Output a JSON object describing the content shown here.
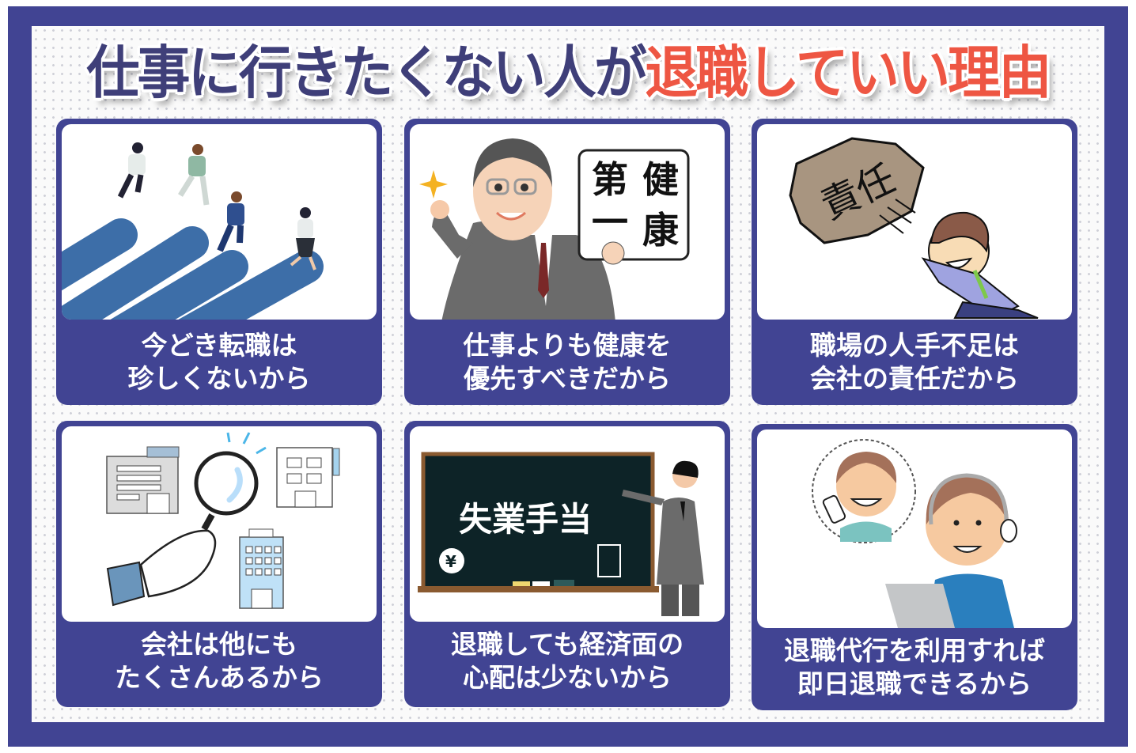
{
  "title": {
    "part1": "仕事に行きたくない人が",
    "part2": "退職していい理由",
    "colors": {
      "part1": "#3f3f79",
      "part2": "#ee5643"
    }
  },
  "theme": {
    "frame": "#414493",
    "card": "#414493",
    "caption_text": "#ffffff"
  },
  "cards": [
    {
      "line1": "今どき転職は",
      "line2": "珍しくないから",
      "illustration": "people-running-on-tracks"
    },
    {
      "line1": "仕事よりも健康を",
      "line2": "優先すべきだから",
      "illustration": "businessman-health-first",
      "sign_text": [
        "第",
        "一",
        "健",
        "康"
      ]
    },
    {
      "line1": "職場の人手不足は",
      "line2": "会社の責任だから",
      "illustration": "man-throwing-responsibility-rock",
      "rock_text": "責任"
    },
    {
      "line1": "会社は他にも",
      "line2": "たくさんあるから",
      "illustration": "magnifier-searching-companies"
    },
    {
      "line1": "退職しても経済面の",
      "line2": "心配は少ないから",
      "illustration": "blackboard-unemployment-benefit",
      "board_text": "失業手当",
      "yen": "¥"
    },
    {
      "line1": "退職代行を利用すれば",
      "line2": "即日退職できるから",
      "illustration": "operator-on-call"
    }
  ]
}
